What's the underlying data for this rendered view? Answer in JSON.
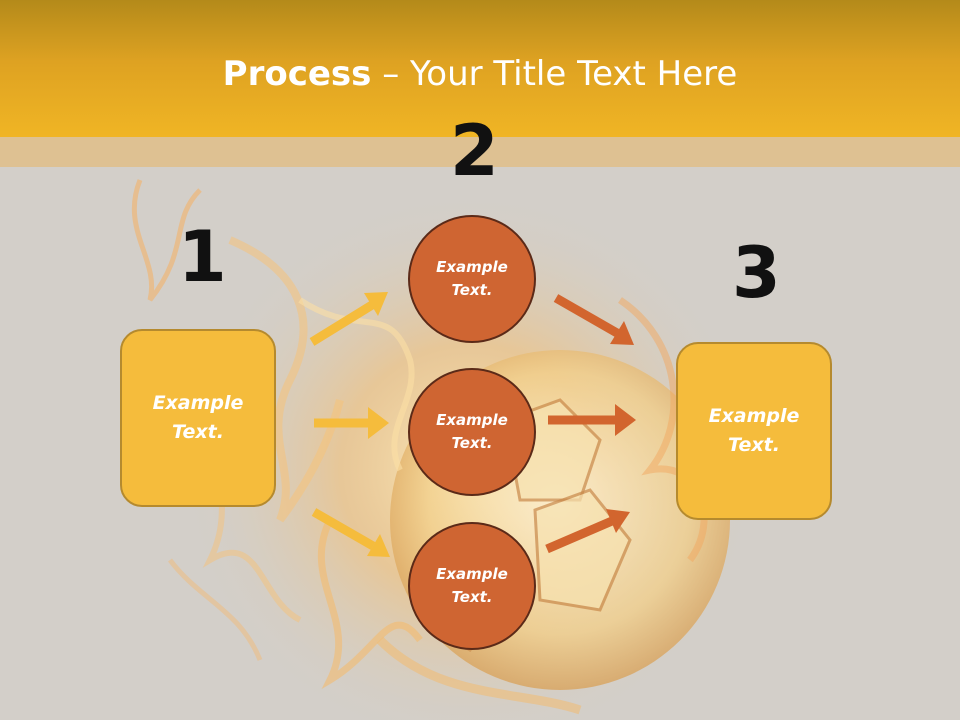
{
  "title": {
    "bold": "Process",
    "separator": " – ",
    "rest": "Your Title Text Here"
  },
  "numbers": {
    "one": "1",
    "two": "2",
    "three": "3"
  },
  "left_box": {
    "label": "Example Text."
  },
  "circles": [
    {
      "label": "Example Text."
    },
    {
      "label": "Example Text."
    },
    {
      "label": "Example Text."
    }
  ],
  "right_box": {
    "label": "Example Text."
  },
  "colors": {
    "header": "#f0b524",
    "box_fill": "#f5bc3c",
    "circle_fill": "#cf6532",
    "arrow_in": "#f5bc3c",
    "arrow_out": "#d2652e",
    "background": "#d3cfc9"
  }
}
